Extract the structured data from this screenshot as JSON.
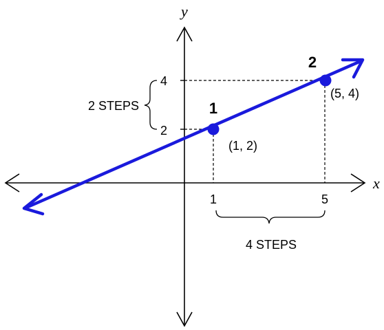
{
  "axes": {
    "x_label": "x",
    "y_label": "y",
    "x_ticks": [
      "1",
      "5"
    ],
    "y_ticks": [
      "2",
      "4"
    ]
  },
  "points": [
    {
      "number": "1",
      "coord_label": "(1, 2)",
      "x": 1,
      "y": 2
    },
    {
      "number": "2",
      "coord_label": "(5, 4)",
      "x": 5,
      "y": 4
    }
  ],
  "steps": {
    "vertical": "2 STEPS",
    "horizontal": "4 STEPS"
  },
  "colors": {
    "line": "#1a1adc",
    "axis": "#000000"
  }
}
